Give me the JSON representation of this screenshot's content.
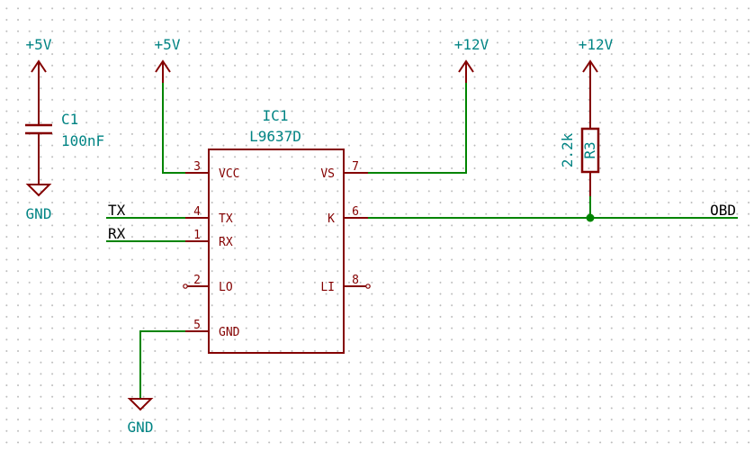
{
  "power": {
    "c1_top": "+5V",
    "ic_vcc": "+5V",
    "ic_vs": "+12V",
    "r3_top": "+12V",
    "c1_gnd": "GND",
    "ic_gnd": "GND"
  },
  "c1": {
    "ref": "C1",
    "value": "100nF"
  },
  "ic1": {
    "ref": "IC1",
    "value": "L9637D",
    "pins": {
      "vcc": {
        "name": "VCC",
        "num": "3"
      },
      "tx": {
        "name": "TX",
        "num": "4"
      },
      "rx": {
        "name": "RX",
        "num": "1"
      },
      "lo": {
        "name": "LO",
        "num": "2"
      },
      "gnd": {
        "name": "GND",
        "num": "5"
      },
      "vs": {
        "name": "VS",
        "num": "7"
      },
      "k": {
        "name": "K",
        "num": "6"
      },
      "li": {
        "name": "LI",
        "num": "8"
      }
    }
  },
  "r3": {
    "ref": "R3",
    "value": "2.2k"
  },
  "nets": {
    "tx": "TX",
    "rx": "RX",
    "obd": "OBD"
  },
  "colors": {
    "wire": "#008400",
    "component": "#840000",
    "power_symbol": "#840000",
    "power_text": "#008484",
    "ref_text": "#008484",
    "net_text": "#000000",
    "background": "#ffffff"
  }
}
